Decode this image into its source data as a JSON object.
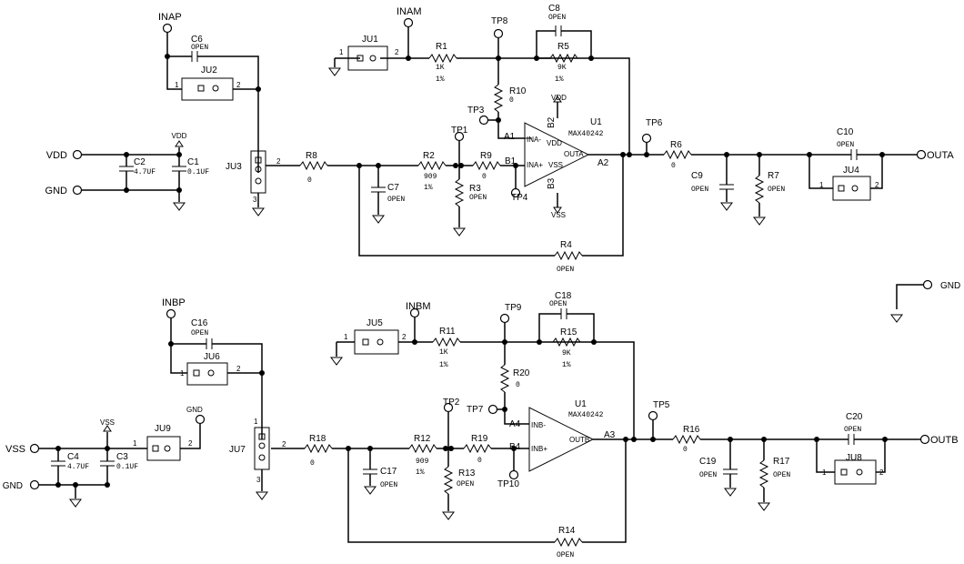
{
  "channel_a": {
    "nets": {
      "inap": "INAP",
      "inam": "INAM",
      "vdd": "VDD",
      "gnd": "GND",
      "vdd_sym": "VDD",
      "vss_sym": "VSS",
      "outa": "OUTA"
    },
    "amp": {
      "ref": "U1",
      "part": "MAX40242",
      "pin_neg": "INA-",
      "pin_pos": "INA+",
      "pin_vdd": "VDD",
      "pin_vss": "VSS",
      "pin_out": "OUTA",
      "ball_neg": "A1",
      "ball_pos": "B1",
      "ball_vdd": "B2",
      "ball_vss": "B3",
      "ball_out": "A2"
    },
    "tps": {
      "tp8": "TP8",
      "tp3": "TP3",
      "tp1": "TP1",
      "tp4": "TP4",
      "tp6": "TP6"
    },
    "jumpers": {
      "ju1": "JU1",
      "ju1_p1": "1",
      "ju1_p2": "2",
      "ju2": "JU2",
      "ju2_p1": "1",
      "ju2_p2": "2",
      "ju3": "JU3",
      "ju3_p2": "2",
      "ju3_p3": "3",
      "ju4": "JU4",
      "ju4_p1": "1",
      "ju4_p2": "2"
    },
    "parts": {
      "r1": "R1",
      "r1v": "1K",
      "r1t": "1%",
      "r5": "R5",
      "r5v": "9K",
      "r5t": "1%",
      "c8": "C8",
      "c8v": "OPEN",
      "r10": "R10",
      "r10v": "0",
      "c6": "C6",
      "c6v": "OPEN",
      "c2": "C2",
      "c2v": "4.7UF",
      "c1": "C1",
      "c1v": "0.1UF",
      "r8": "R8",
      "r8v": "0",
      "c7": "C7",
      "c7v": "OPEN",
      "r2": "R2",
      "r2v": "909",
      "r2t": "1%",
      "r9": "R9",
      "r9v": "0",
      "r3": "R3",
      "r3v": "OPEN",
      "r6": "R6",
      "r6v": "0",
      "c9": "C9",
      "c9v": "OPEN",
      "r7": "R7",
      "r7v": "OPEN",
      "c10": "C10",
      "c10v": "OPEN",
      "r4": "R4",
      "r4v": "OPEN"
    }
  },
  "channel_b": {
    "nets": {
      "inbp": "INBP",
      "inbm": "INBM",
      "vss": "VSS",
      "gnd": "GND",
      "gnd_tp": "GND",
      "vss_sym": "VSS",
      "outb": "OUTB"
    },
    "amp": {
      "ref": "U1",
      "part": "MAX40242",
      "pin_neg": "INB-",
      "pin_pos": "INB+",
      "pin_out": "OUTB",
      "ball_neg": "A4",
      "ball_pos": "B4",
      "ball_out": "A3"
    },
    "tps": {
      "tp9": "TP9",
      "tp7": "TP7",
      "tp2": "TP2",
      "tp10": "TP10",
      "tp5": "TP5"
    },
    "jumpers": {
      "ju5": "JU5",
      "ju5_p1": "1",
      "ju5_p2": "2",
      "ju6": "JU6",
      "ju6_p1": "1",
      "ju6_p2": "2",
      "ju7": "JU7",
      "ju7_p1": "1",
      "ju7_p2": "2",
      "ju7_p3": "3",
      "ju8": "JU8",
      "ju8_p1": "1",
      "ju8_p2": "2",
      "ju9": "JU9",
      "ju9_p1": "1",
      "ju9_p2": "2"
    },
    "parts": {
      "r11": "R11",
      "r11v": "1K",
      "r11t": "1%",
      "r15": "R15",
      "r15v": "9K",
      "r15t": "1%",
      "c18": "C18",
      "c18v": "OPEN",
      "r20": "R20",
      "r20v": "0",
      "c16": "C16",
      "c16v": "OPEN",
      "c4": "C4",
      "c4v": "4.7UF",
      "c3": "C3",
      "c3v": "0.1UF",
      "r18": "R18",
      "r18v": "0",
      "c17": "C17",
      "c17v": "OPEN",
      "r12": "R12",
      "r12v": "909",
      "r12t": "1%",
      "r19": "R19",
      "r19v": "0",
      "r13": "R13",
      "r13v": "OPEN",
      "r16": "R16",
      "r16v": "0",
      "c19": "C19",
      "c19v": "OPEN",
      "r17": "R17",
      "r17v": "OPEN",
      "c20": "C20",
      "c20v": "OPEN",
      "r14": "R14",
      "r14v": "OPEN"
    }
  },
  "gnd_ref": {
    "label": "GND"
  }
}
